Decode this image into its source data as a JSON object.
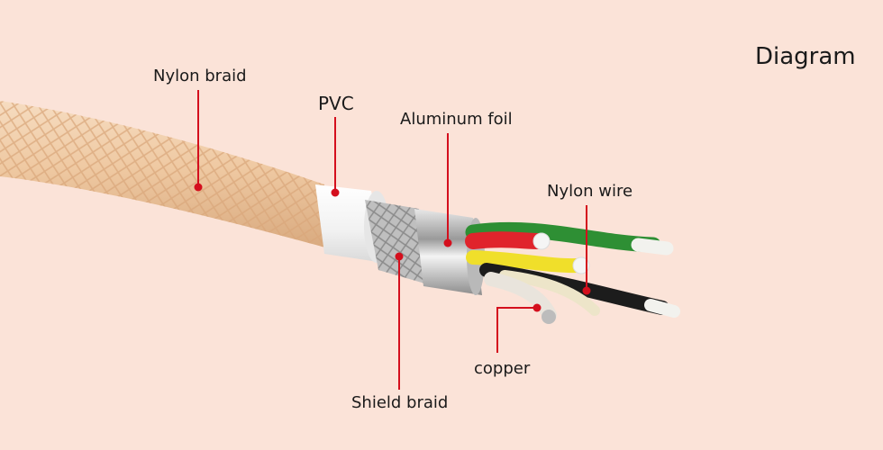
{
  "title": "Diagram",
  "colors": {
    "background": "#fbe3d8",
    "braid": "#efc9a2",
    "leader_line": "#d40f1d",
    "jacket": "#ffffff",
    "foil": "#c8c8c8",
    "wire_red": "#e0242c",
    "wire_green": "#2e8f34",
    "wire_yellow": "#f0df2a",
    "wire_black": "#1c1c1c",
    "wire_white": "#f2f2ee"
  },
  "labels": {
    "nylon_braid": "Nylon braid",
    "pvc": "PVC",
    "aluminum_foil": "Aluminum foil",
    "nylon_wire": "Nylon wire",
    "copper": "copper",
    "shield_braid": "Shield braid"
  }
}
